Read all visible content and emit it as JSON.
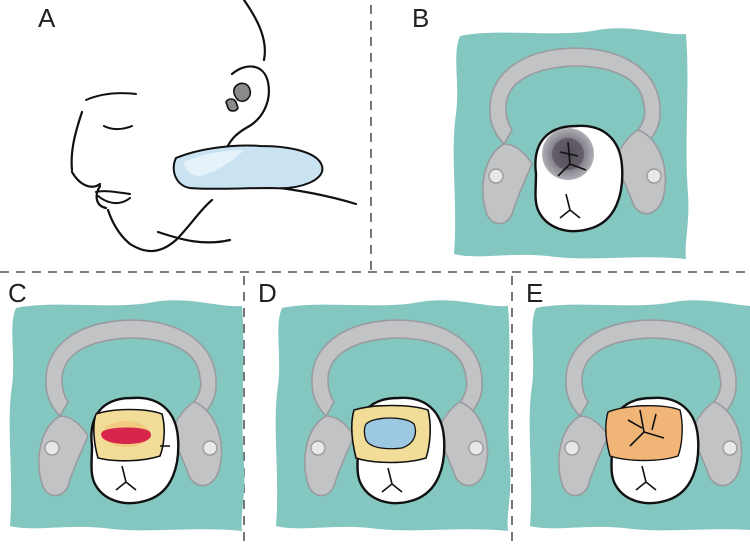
{
  "figure": {
    "panels": [
      {
        "id": "A",
        "label": "A",
        "content": "face-with-ear-device"
      },
      {
        "id": "B",
        "label": "B",
        "content": "tooth-with-dark-lesion"
      },
      {
        "id": "C",
        "label": "C",
        "content": "tooth-with-red-filling"
      },
      {
        "id": "D",
        "label": "D",
        "content": "tooth-with-blue-filling"
      },
      {
        "id": "E",
        "label": "E",
        "content": "tooth-with-orange-restoration"
      }
    ],
    "colors": {
      "background": "#ffffff",
      "rubber_dam": "#84c6c0",
      "clamp": "#c2c3c5",
      "clamp_edge": "#9a9b9e",
      "tooth": "#ffffff",
      "outline": "#111111",
      "lesion": "#6d6a72",
      "pad": "#c9e3f3",
      "red_fill": "#d8254b",
      "yellow_fill": "#f1dd97",
      "blue_fill": "#9dc8e1",
      "orange_fill": "#f1b677",
      "divider": "#555555"
    }
  }
}
